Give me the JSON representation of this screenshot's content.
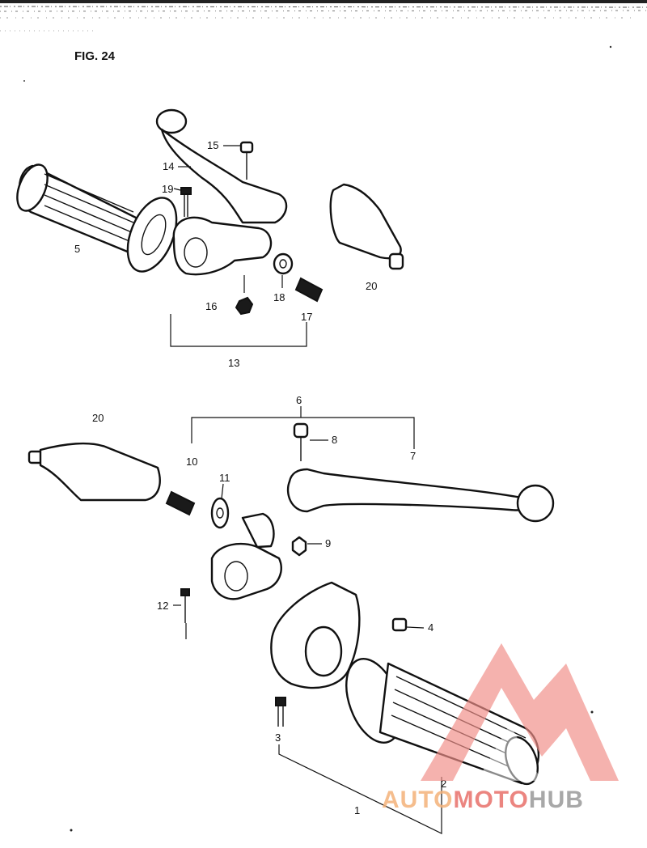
{
  "figure": {
    "title": "FIG. 24"
  },
  "callouts": {
    "c1": "1",
    "c2": "2",
    "c3": "3",
    "c4": "4",
    "c5": "5",
    "c6": "6",
    "c7": "7",
    "c8": "8",
    "c9": "9",
    "c10": "10",
    "c11": "11",
    "c12": "12",
    "c13": "13",
    "c14": "14",
    "c15": "15",
    "c16": "16",
    "c17": "17",
    "c18": "18",
    "c19": "19",
    "c20a": "20",
    "c20b": "20"
  },
  "watermark": {
    "part1": "AUTO",
    "part2": "MOTO",
    "part3": "HUB"
  },
  "colors": {
    "watermark_triangle": "#f08f88",
    "watermark_orange": "#f4b27a",
    "watermark_red": "#e8706b",
    "watermark_gray": "#9a9a9a"
  }
}
